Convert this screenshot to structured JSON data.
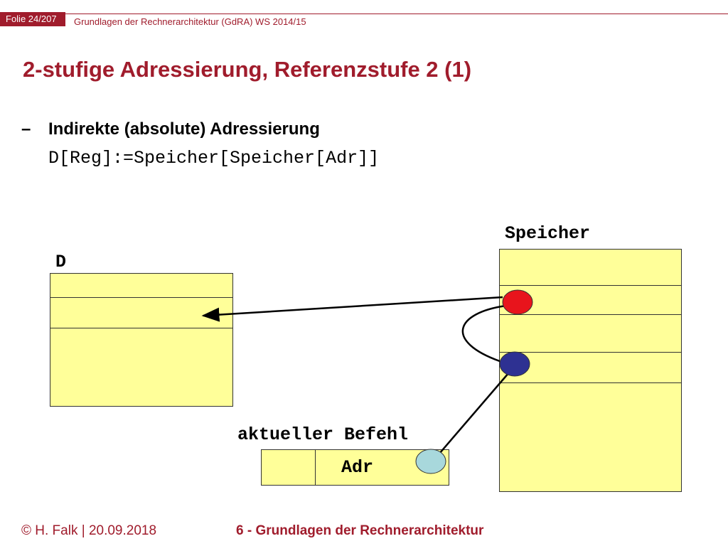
{
  "header": {
    "slide_number": "Folie 24/207",
    "course_title": "Grundlagen der Rechnerarchitektur (GdRA) WS 2014/15"
  },
  "slide": {
    "title": "2-stufige Adressierung, Referenzstufe 2 (1)",
    "bullet_marker": "–",
    "bullet_text": "Indirekte (absolute) Adressierung",
    "formula": "D[Reg]:=Speicher[Speicher[Adr]]"
  },
  "diagram": {
    "register_label": "D",
    "memory_label": "Speicher",
    "instruction_label": "aktueller Befehl",
    "address_field": "Adr",
    "colors": {
      "cell_fill": "#ffff99",
      "pointer_red": "#e8141c",
      "pointer_blue": "#2e3192",
      "pointer_lightblue": "#a8d8dc"
    }
  },
  "footer": {
    "author_date": "© H. Falk | 20.09.2018",
    "chapter": "6 - Grundlagen der Rechnerarchitektur"
  }
}
